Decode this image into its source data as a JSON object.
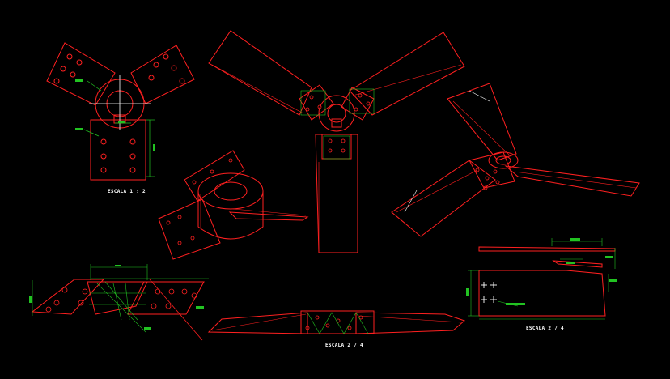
{
  "drawing": {
    "background": "#000000",
    "colors": {
      "outline": "#ff2020",
      "dimension": "#22c322",
      "text": "#ffffff",
      "crosshair": "#ffffff"
    },
    "labels": [
      {
        "id": "view-1-label",
        "text": "ESCALA 1 : 2"
      },
      {
        "id": "view-2-label",
        "text": "ESCALA 2 / 4"
      },
      {
        "id": "view-3-label",
        "text": "ESCALA 2 / 4"
      }
    ]
  }
}
